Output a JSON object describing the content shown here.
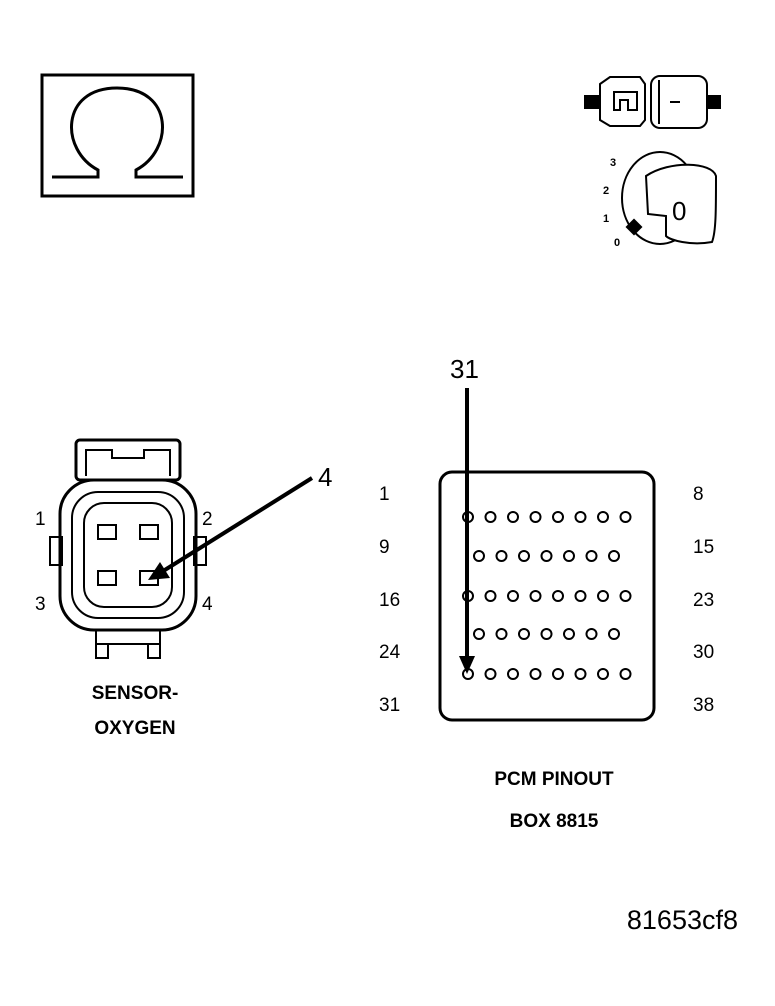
{
  "ignition": {
    "positions": [
      "3",
      "2",
      "1",
      "0"
    ],
    "key_label": "0"
  },
  "sensor": {
    "callout": "4",
    "pins": [
      "1",
      "2",
      "3",
      "4"
    ],
    "title_line1": "SENSOR-",
    "title_line2": "OXYGEN"
  },
  "pcm": {
    "callout": "31",
    "left_labels": [
      "1",
      "9",
      "16",
      "24",
      "31"
    ],
    "right_labels": [
      "8",
      "15",
      "23",
      "30",
      "38"
    ],
    "pin_rows": [
      {
        "start": 1,
        "count": 8
      },
      {
        "start": 9,
        "count": 7
      },
      {
        "start": 16,
        "count": 8
      },
      {
        "start": 24,
        "count": 7
      },
      {
        "start": 31,
        "count": 8
      }
    ],
    "title_line1": "PCM PINOUT",
    "title_line2": "BOX 8815"
  },
  "figure_id": "81653cf8"
}
